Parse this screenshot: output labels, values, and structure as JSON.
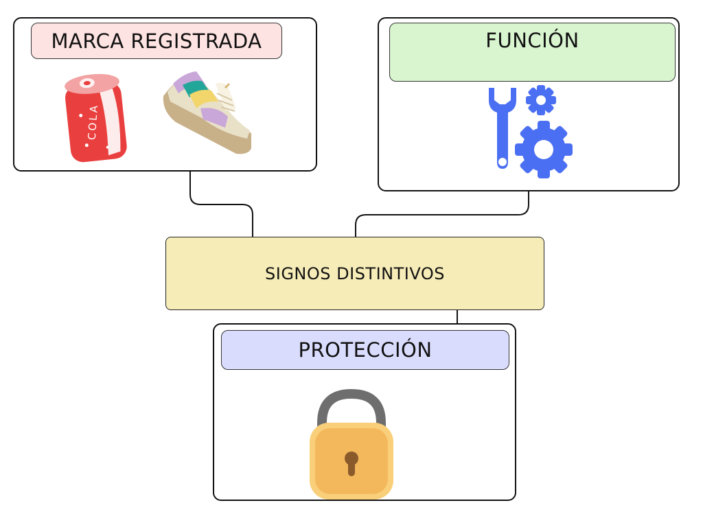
{
  "center": {
    "label": "SIGNOS DISTINTIVOS"
  },
  "nodes": {
    "marca": {
      "label": "MARCA REGISTRADA"
    },
    "funcion": {
      "label": "FUNCIÓN"
    },
    "proteccion": {
      "label": "PROTECCIÓN"
    }
  },
  "images": {
    "can": {
      "text": "COLA"
    }
  },
  "colors": {
    "center_fill": "#f6ecb8",
    "marca_fill": "#fde3e1",
    "funcion_fill": "#d9f5d0",
    "proteccion_fill": "#d9dcfd",
    "tools_blue": "#4b6ff2",
    "lock_body": "#f4b85c",
    "lock_shackle": "#6e6e6e"
  }
}
